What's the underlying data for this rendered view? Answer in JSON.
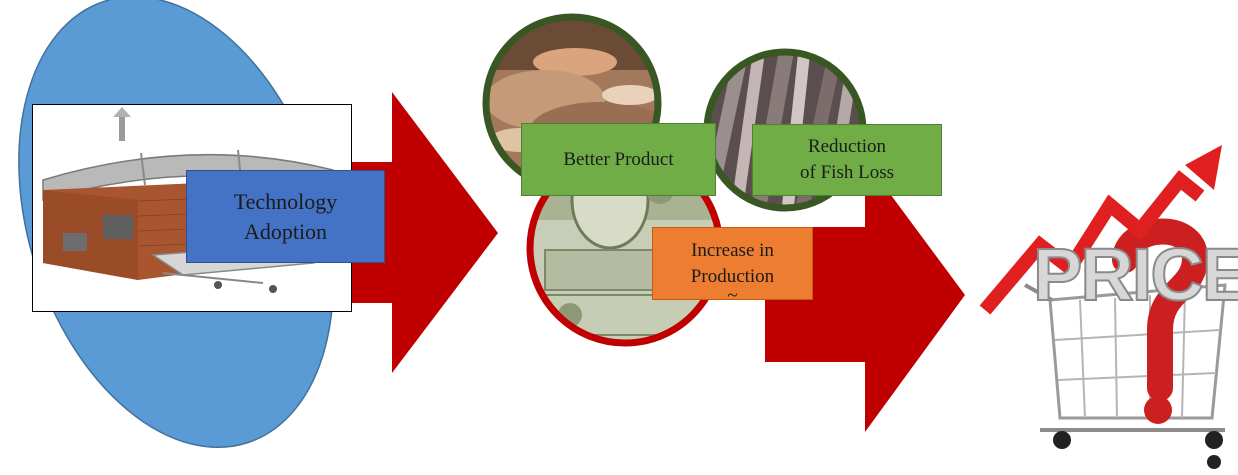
{
  "stages": {
    "technology": {
      "label_line1": "Technology",
      "label_line2": "Adoption",
      "icon": "fish-smoking-kiln-icon"
    },
    "benefits": [
      {
        "label_line1": "Better Product",
        "label_line2": "",
        "icon": "fish-sorting-photo-icon"
      },
      {
        "label_line1": "Reduction",
        "label_line2": "of Fish Loss",
        "icon": "dried-fish-photo-icon"
      },
      {
        "label_line1": "Increase in",
        "label_line2": "Production",
        "label_line3": "~",
        "icon": "money-bundle-photo-icon"
      }
    ],
    "outcome": {
      "label": "PRICE",
      "icon": "shopping-cart-price-icon"
    }
  },
  "colors": {
    "ellipse": "#5b9bd5",
    "arrow": "#c00000",
    "tech_label": "#4472c4",
    "green_label": "#70ad47",
    "orange_label": "#ed7d31",
    "green_ring": "#385723",
    "red_ring": "#c00000"
  }
}
